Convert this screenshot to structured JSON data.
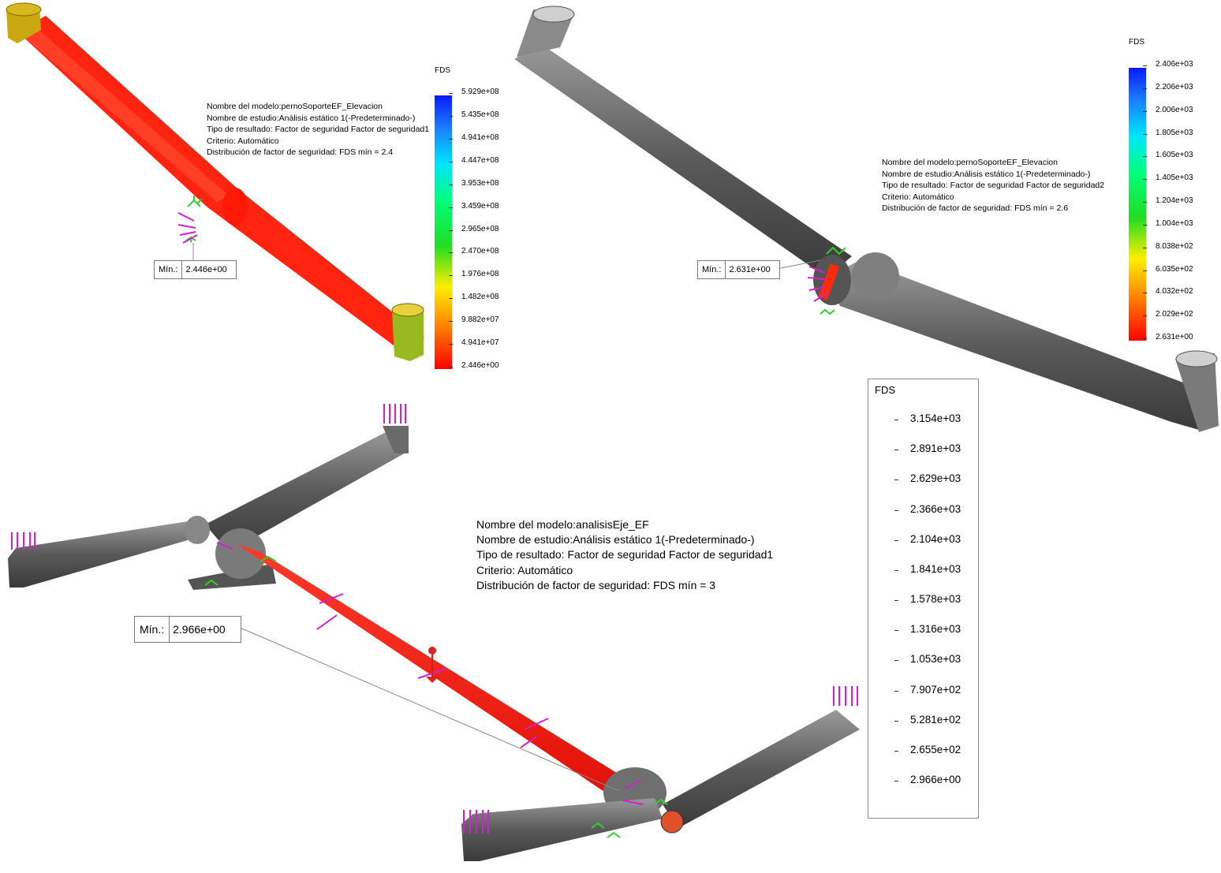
{
  "panels": [
    {
      "info": {
        "model": "Nombre del modelo:pernoSoporteEF_Elevacion",
        "study": "Nombre de estudio:Análisis estático 1(-Predeterminado-)",
        "result_type": "Tipo de resultado: Factor de seguridad Factor de seguridad1",
        "criterion": "Criterio: Automático",
        "distribution": "Distribución de factor de seguridad: FDS mín = 2.4"
      },
      "legend": {
        "title": "FDS",
        "ticks": [
          "5.929e+08",
          "5.435e+08",
          "4.941e+08",
          "4.447e+08",
          "3.953e+08",
          "3.459e+08",
          "2.965e+08",
          "2.470e+08",
          "1.976e+08",
          "1.482e+08",
          "9.882e+07",
          "4.941e+07",
          "2.446e+00"
        ]
      },
      "min": {
        "label": "Mín.:",
        "value": "2.446e+00"
      }
    },
    {
      "info": {
        "model": "Nombre del modelo:pernoSoporteEF_Elevacion",
        "study": "Nombre de estudio:Análisis estático 1(-Predeterminado-)",
        "result_type": "Tipo de resultado: Factor de seguridad Factor de seguridad2",
        "criterion": "Criterio: Automático",
        "distribution": "Distribución de factor de seguridad: FDS mín = 2.6"
      },
      "legend": {
        "title": "FDS",
        "ticks": [
          "2.406e+03",
          "2.206e+03",
          "2.006e+03",
          "1.805e+03",
          "1.605e+03",
          "1.405e+03",
          "1.204e+03",
          "1.004e+03",
          "8.038e+02",
          "6.035e+02",
          "4.032e+02",
          "2.029e+02",
          "2.631e+00"
        ]
      },
      "min": {
        "label": "Mín.:",
        "value": "2.631e+00"
      }
    },
    {
      "info": {
        "model": "Nombre del modelo:analisisEje_EF",
        "study": "Nombre de estudio:Análisis estático 1(-Predeterminado-)",
        "result_type": "Tipo de resultado: Factor de seguridad Factor de seguridad1",
        "criterion": "Criterio: Automático",
        "distribution": "Distribución de factor de seguridad: FDS mín = 3"
      },
      "legend": {
        "title": "FDS",
        "ticks": [
          "3.154e+03",
          "2.891e+03",
          "2.629e+03",
          "2.366e+03",
          "2.104e+03",
          "1.841e+03",
          "1.578e+03",
          "1.316e+03",
          "1.053e+03",
          "7.907e+02",
          "5.281e+02",
          "2.655e+02",
          "2.966e+00"
        ]
      },
      "min": {
        "label": "Mín.:",
        "value": "2.966e+00"
      }
    }
  ],
  "colors": {
    "stress_red": "#ff1a0a",
    "steel_gray": "#6e6e6e",
    "fixture_green": "#2fd12a",
    "load_magenta": "#d21fd2"
  }
}
